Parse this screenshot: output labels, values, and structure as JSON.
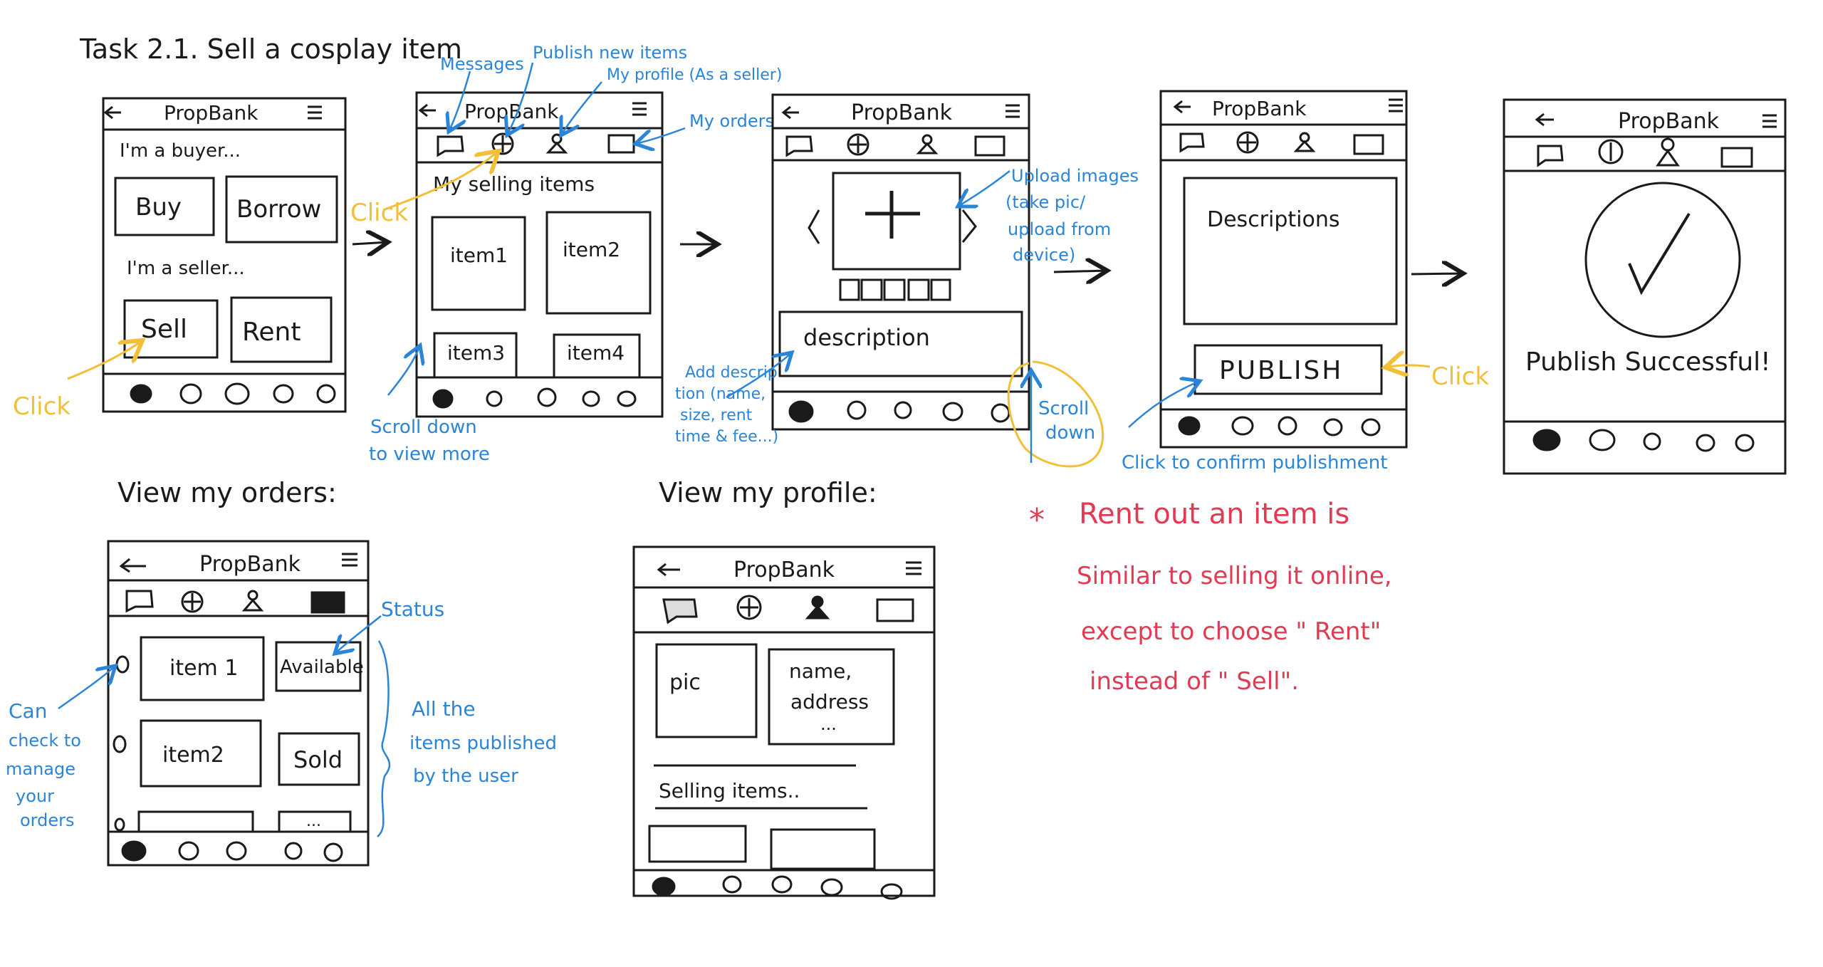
{
  "task_title": "Task 2.1. Sell a cosplay item",
  "app_name": "PropBank",
  "screen1": {
    "buyer_label": "I'm a buyer...",
    "buy": "Buy",
    "borrow": "Borrow",
    "seller_label": "I'm a seller...",
    "sell": "Sell",
    "rent": "Rent"
  },
  "screen2": {
    "heading": "My selling items",
    "items": [
      "item1",
      "item2",
      "item3",
      "item4"
    ]
  },
  "screen3": {
    "description": "description"
  },
  "screen4": {
    "descriptions": "Descriptions",
    "publish": "PUBLISH"
  },
  "screen5": {
    "success": "Publish Successful!"
  },
  "orders": {
    "heading": "View my orders:",
    "rows": [
      {
        "item": "item 1",
        "status": "Available"
      },
      {
        "item": "item2",
        "status": "Sold"
      }
    ],
    "more": "..."
  },
  "profile": {
    "heading": "View my profile:",
    "pic": "pic",
    "name_address_line1": "name,",
    "name_address_line2": "address",
    "more": "...",
    "selling_items": "Selling items.."
  },
  "annotations": {
    "click_sell": "Click",
    "click_publish_icon": "Click",
    "messages": "Messages",
    "publish_new_items": "Publish new items",
    "my_profile": "My profile (As a seller)",
    "my_orders": "My orders",
    "scroll_view_more_1": "Scroll down",
    "scroll_view_more_2": "to view more",
    "upload_1": "Upload images",
    "upload_2": "(take pic/",
    "upload_3": "upload from",
    "upload_4": "device)",
    "add_desc_1": "Add descrip",
    "add_desc_2": "tion (name,",
    "add_desc_3": "size, rent",
    "add_desc_4": "time & fee...)",
    "scroll_down_1": "Scroll",
    "scroll_down_2": "down",
    "click_confirm": "Click to confirm publishment",
    "click_right": "Click",
    "status": "Status",
    "can_check_1": "Can",
    "can_check_2": "check to",
    "can_check_3": "manage",
    "can_check_4": "your",
    "can_check_5": "orders",
    "all_items_1": "All the",
    "all_items_2": "items published",
    "all_items_3": "by the user"
  },
  "note": {
    "star": "*",
    "line1": "Rent out an item is",
    "line2": "Similar to selling it online,",
    "line3": "except to choose \" Rent\"",
    "line4": "instead of \" Sell\"."
  },
  "colors": {
    "ink": "#1a1a1a",
    "blue": "#2a85d8",
    "yellow": "#f2c037",
    "red": "#e23a52"
  }
}
